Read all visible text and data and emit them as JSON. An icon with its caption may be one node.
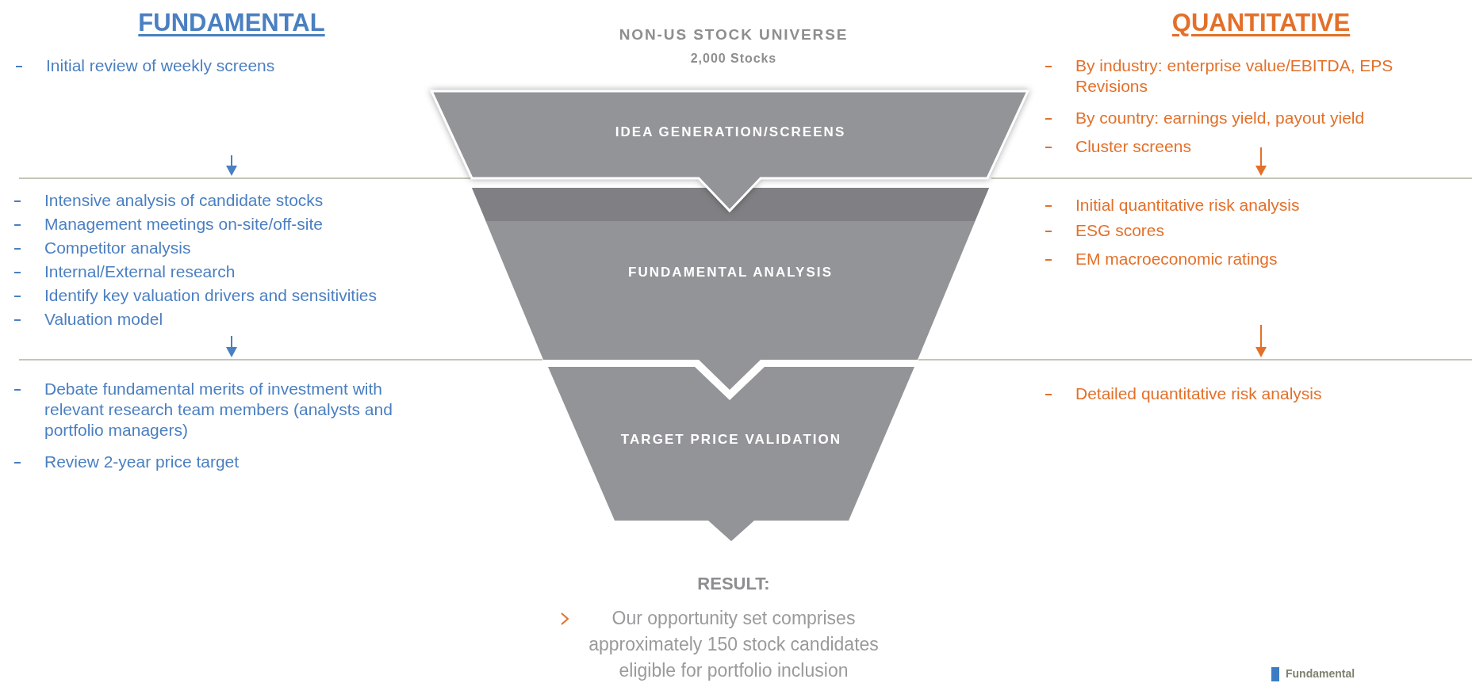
{
  "diagram": {
    "nodes": [
      {
        "text": [
          "IDEA GENERATION/SCREENS"
        ]
      },
      {
        "text": [
          "FUNDAMENTAL ANALYSIS"
        ]
      },
      {
        "text": [
          "TARGET PRICE VALIDATION"
        ]
      }
    ],
    "labels": [
      "FUNDAMENTAL",
      "NON-US STOCK UNIVERSE",
      "2,000 Stocks",
      "QUANTITATIVE",
      "Initial review of weekly screens",
      "By industry: enterprise value/EBITDA, EPS Revisions",
      "By country: earnings yield, payout yield",
      "Cluster screens",
      "Intensive analysis of candidate stocks",
      "Management meetings on-site/off-site",
      "Competitor analysis",
      "Internal/External research",
      "Identify key valuation drivers and sensitivities",
      "Valuation model",
      "Initial quantitative risk analysis",
      "ESG scores",
      "EM macroeconomic ratings",
      "Debate fundamental merits of investment with relevant research team members (analysts and portfolio managers)",
      "Review 2-year price target",
      "Detailed quantitative risk analysis",
      "RESULT:",
      "Our opportunity set comprises approximately 150 stock candidates eligible for portfolio inclusion"
    ],
    "legend": [
      {
        "text": "Fundamental",
        "color": "#3b7dc4"
      }
    ]
  }
}
